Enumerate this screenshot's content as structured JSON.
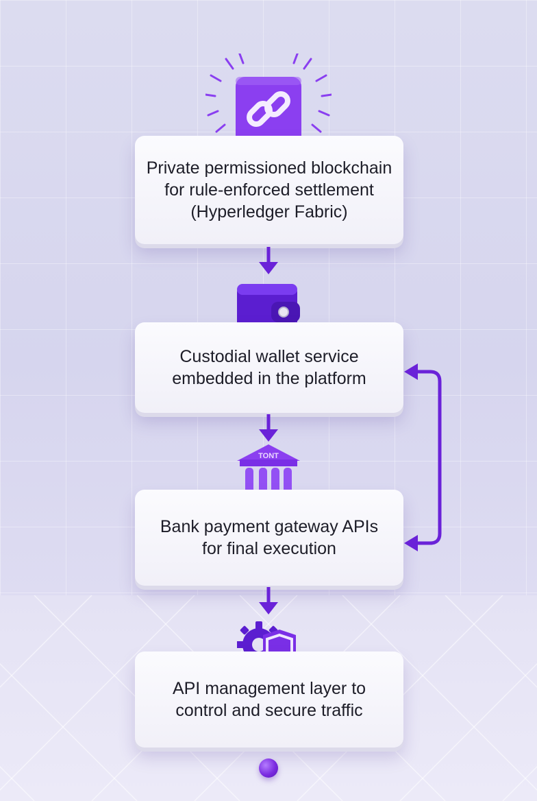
{
  "steps": [
    {
      "text": "Private permissioned blockchain\nfor rule-enforced settlement\n(Hyperledger Fabric)"
    },
    {
      "text": "Custodial wallet service\nembedded in the platform"
    },
    {
      "text": "Bank payment gateway APIs\nfor final execution"
    },
    {
      "text": "API management layer to\ncontrol and secure traffic"
    }
  ],
  "bank_icon_label": "TONT",
  "colors": {
    "accent": "#7b2fe8",
    "accent_dark": "#5a17c4",
    "card": "#f6f5fb",
    "text": "#1d1d28"
  },
  "icons": [
    "chain-link-icon",
    "wallet-icon",
    "bank-icon",
    "gear-shield-icon"
  ]
}
